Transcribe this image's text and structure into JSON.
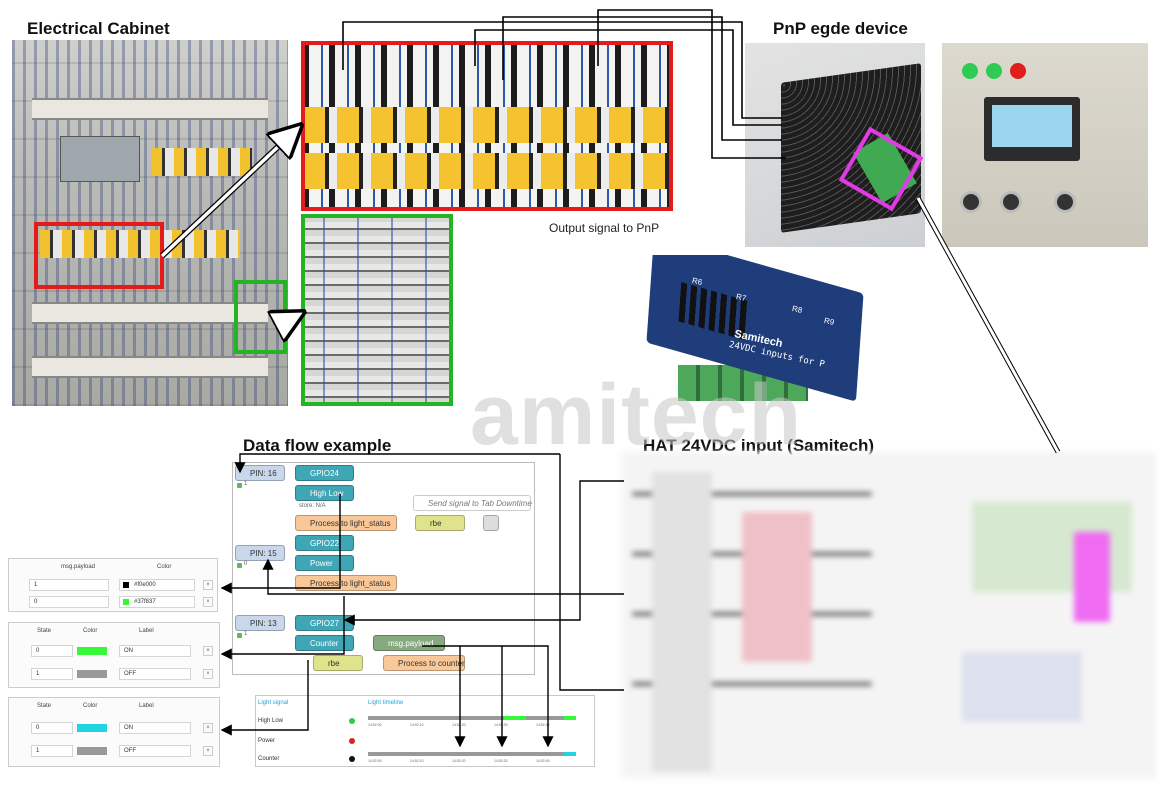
{
  "titles": {
    "electrical_cabinet": "Electrical Cabinet",
    "pnp_edge_device": "PnP egde device",
    "data_flow_example": "Data flow example",
    "hat_input": "HAT 24VDC input (Samitech)",
    "output_signal": "Output signal to PnP"
  },
  "watermark": "amitech",
  "hat_board": {
    "logo": "Samitech",
    "text": "24VDC inputs for P",
    "relay_labels": [
      "R6",
      "R7",
      "R8",
      "R9"
    ]
  },
  "flow": {
    "pins": [
      "PIN: 16",
      "PIN: 15",
      "PIN: 13"
    ],
    "pin_status": [
      "1",
      "0",
      "1"
    ],
    "gpio_nodes": [
      "GPIO24",
      "GPIO22",
      "GPIO27"
    ],
    "change_nodes": [
      "High Low",
      "Power",
      "Counter"
    ],
    "store_label": "store: N/A",
    "function_nodes": [
      "Process to light_status",
      "Process to light_status",
      "Process to counter"
    ],
    "rbe_label": "rbe",
    "debug_label": "msg.payload",
    "comment": "Send signal to Tab Downtime"
  },
  "table1": {
    "headers": [
      "msg.payload",
      "Color"
    ],
    "rows": [
      {
        "value": "1",
        "color_hex": "#f0e000",
        "swatch": "#000000"
      },
      {
        "value": "0",
        "color_hex": "#37f837",
        "swatch": "#37f837"
      }
    ]
  },
  "table2": {
    "headers": [
      "State",
      "Color",
      "Label"
    ],
    "rows": [
      {
        "value": "0",
        "swatch": "#37f837",
        "label": "ON"
      },
      {
        "value": "1",
        "swatch": "#999999",
        "label": "OFF"
      }
    ]
  },
  "table3": {
    "headers": [
      "State",
      "Color",
      "Label"
    ],
    "rows": [
      {
        "value": "0",
        "swatch": "#22d3e0",
        "label": "ON"
      },
      {
        "value": "1",
        "swatch": "#999999",
        "label": "OFF"
      }
    ]
  },
  "dashboard": {
    "group_signal": "Light signal",
    "group_timeline": "Light timeline",
    "rows": [
      {
        "label": "High Low",
        "dot": "#2ecc40"
      },
      {
        "label": "Power",
        "dot": "#e0201e"
      },
      {
        "label": "Counter",
        "dot": "#111111"
      }
    ],
    "tick_labels": [
      "14:52:00",
      "14:52:10",
      "14:52:20",
      "14:52:30",
      "14:52:40"
    ]
  },
  "colors": {
    "highlight_red": "#e31b1b",
    "highlight_green": "#23b323",
    "highlight_magenta": "#e23be6",
    "wire": "#000000"
  }
}
